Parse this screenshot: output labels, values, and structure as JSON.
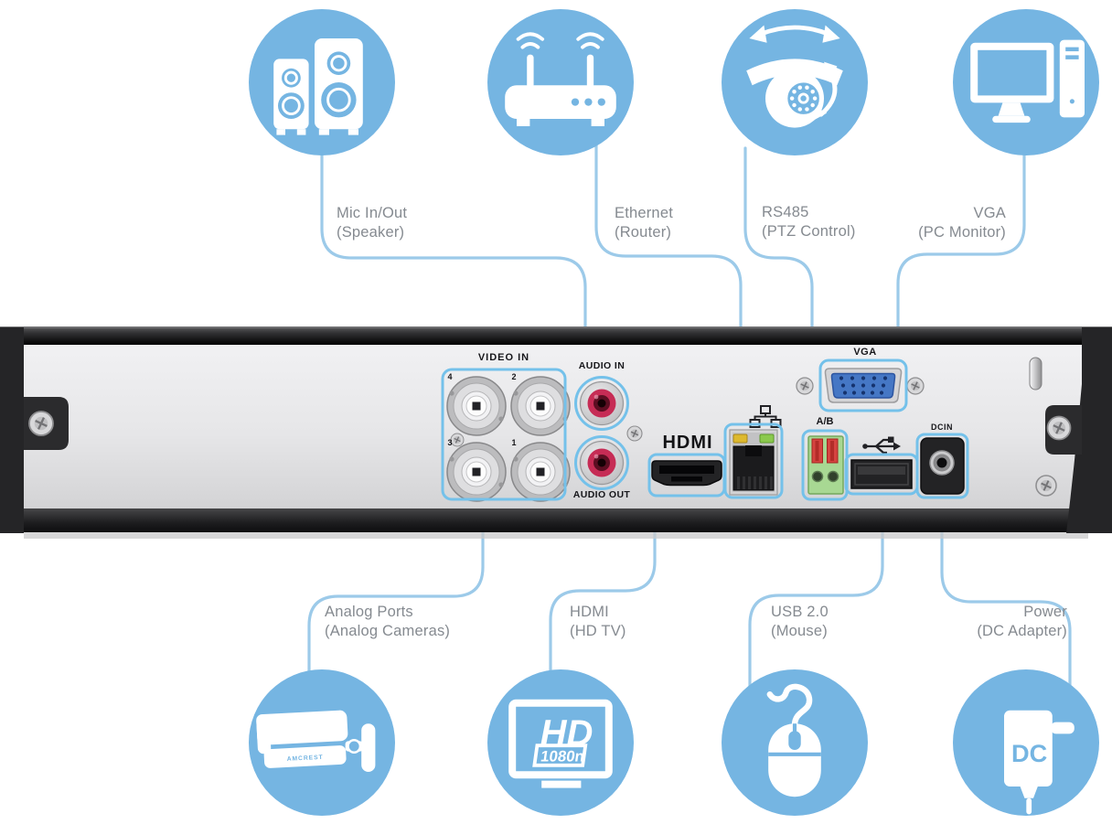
{
  "colors": {
    "circle_blue": "#75b5e2",
    "connector_line_blue": "#9ccae9",
    "port_outline_blue": "#74c1ea",
    "label_gray": "#858a90",
    "device_text": "#17171b"
  },
  "top_row": [
    {
      "icon": "speakers-icon",
      "title": "Mic In/Out",
      "subtitle": "(Speaker)"
    },
    {
      "icon": "router-icon",
      "title": "Ethernet",
      "subtitle": "(Router)"
    },
    {
      "icon": "ptz-camera-icon",
      "title": "RS485",
      "subtitle": "(PTZ Control)"
    },
    {
      "icon": "pc-monitor-icon",
      "title": "VGA",
      "subtitle": "(PC Monitor)"
    }
  ],
  "bottom_row": [
    {
      "icon": "bullet-camera-icon",
      "title": "Analog Ports",
      "subtitle": "(Analog Cameras)",
      "icon_text": "AMCREST"
    },
    {
      "icon": "hd-tv-icon",
      "title": "HDMI",
      "subtitle": "(HD TV)",
      "icon_text_1": "HD",
      "icon_text_2": "1080n"
    },
    {
      "icon": "mouse-icon",
      "title": "USB 2.0",
      "subtitle": "(Mouse)"
    },
    {
      "icon": "dc-adapter-icon",
      "title": "Power",
      "subtitle": "(DC Adapter)",
      "icon_text": "DC"
    }
  ],
  "device": {
    "ports": {
      "video_in_label": "VIDEO IN",
      "bnc_numbers": [
        "4",
        "2",
        "3",
        "1"
      ],
      "audio_in_label": "AUDIO IN",
      "audio_out_label": "AUDIO OUT",
      "hdmi_label": "HDMI",
      "ab_label": "A/B",
      "vga_label": "VGA",
      "dcin_label": "DCIN"
    }
  }
}
